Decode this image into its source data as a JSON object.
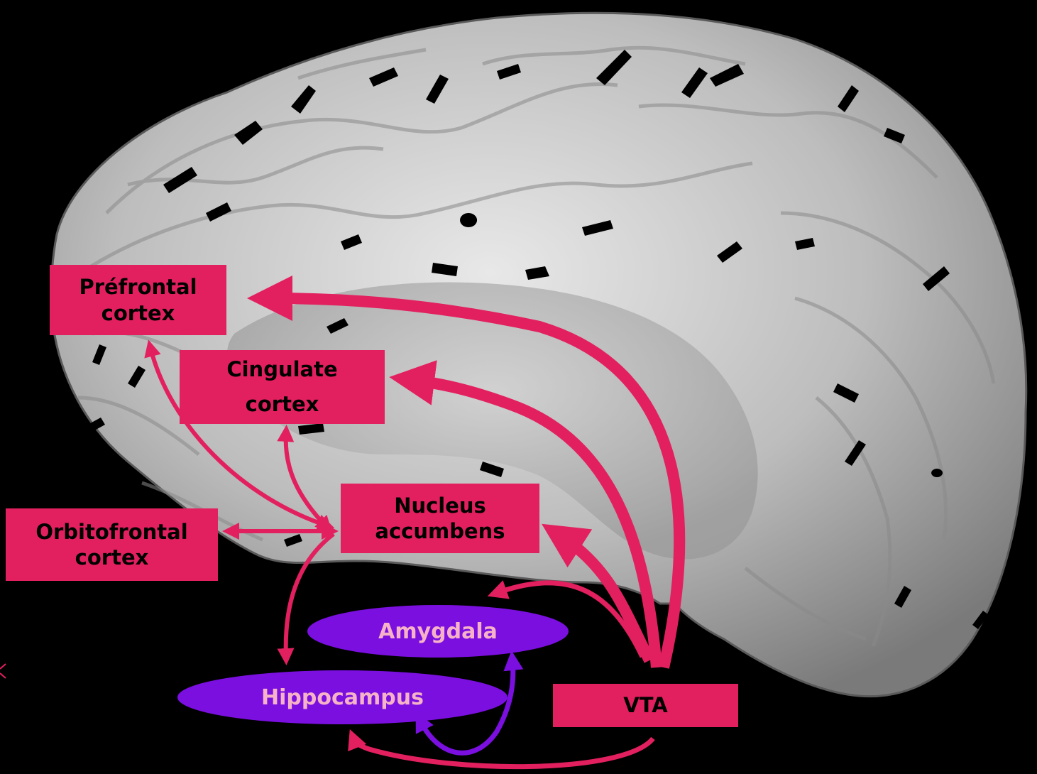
{
  "colors": {
    "background": "#000000",
    "box_fill": "#E3205F",
    "box_text": "#000000",
    "arrow_pink": "#E3205F",
    "oval_fill": "#7A0FE0",
    "oval_text": "#F6B3C7",
    "arrow_purple": "#7A0FE0",
    "brain_light": "#D6D6D6",
    "brain_dark": "#6E6E6E"
  },
  "nodes": {
    "prefrontal": {
      "line1": "Préfrontal",
      "line2": "cortex"
    },
    "cingulate": {
      "line1": "Cingulate",
      "line2": "cortex"
    },
    "nucleus": {
      "line1": "Nucleus",
      "line2": "accumbens"
    },
    "orbitofrontal": {
      "line1": "Orbitofrontal",
      "line2": "cortex"
    },
    "amygdala": {
      "label": "Amygdala"
    },
    "hippocampus": {
      "label": "Hippocampus"
    },
    "vta": {
      "label": "VTA"
    }
  },
  "image": {
    "background_icon": "brain-medial-view-icon"
  }
}
